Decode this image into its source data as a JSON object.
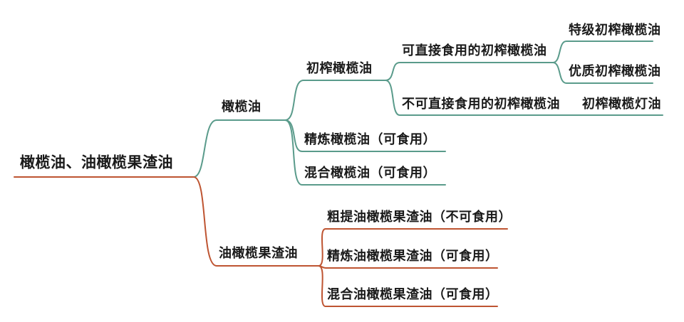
{
  "colors": {
    "branch_green": "#5A9B8B",
    "branch_red": "#BE5431",
    "text": "#1A1A1A",
    "background": "#FFFFFF"
  },
  "mindmap": {
    "title": "橄榄油、油橄榄果渣油",
    "nodes": {
      "root": {
        "label": "橄榄油、油橄榄果渣油",
        "children": [
          "olive_oil",
          "pomace_oil"
        ]
      },
      "olive_oil": {
        "label": "橄榄油",
        "children": [
          "virgin_olive_oil",
          "refined_olive",
          "blended_olive"
        ]
      },
      "virgin_olive_oil": {
        "label": "初榨橄榄油",
        "children": [
          "edible_virgin",
          "non_edible_virgin"
        ]
      },
      "edible_virgin": {
        "label": "可直接食用的初榨橄榄油",
        "children": [
          "extra_virgin",
          "fine_virgin"
        ]
      },
      "extra_virgin": {
        "label": "特级初榨橄榄油",
        "children": []
      },
      "fine_virgin": {
        "label": "优质初榨橄榄油",
        "children": []
      },
      "non_edible_virgin": {
        "label": "不可直接食用的初榨橄榄油",
        "children": [
          "lampante"
        ]
      },
      "lampante": {
        "label": "初榨橄榄灯油",
        "children": []
      },
      "refined_olive": {
        "label": "精炼橄榄油（可食用）",
        "children": []
      },
      "blended_olive": {
        "label": "混合橄榄油（可食用）",
        "children": []
      },
      "pomace_oil": {
        "label": "油橄榄果渣油",
        "children": [
          "crude_pomace",
          "refined_pomace",
          "blended_pomace"
        ]
      },
      "crude_pomace": {
        "label": "粗提油橄榄果渣油（不可食用）",
        "children": []
      },
      "refined_pomace": {
        "label": "精炼油橄榄果渣油（可食用）",
        "children": []
      },
      "blended_pomace": {
        "label": "混合油橄榄果渣油（可食用）",
        "children": []
      }
    }
  }
}
